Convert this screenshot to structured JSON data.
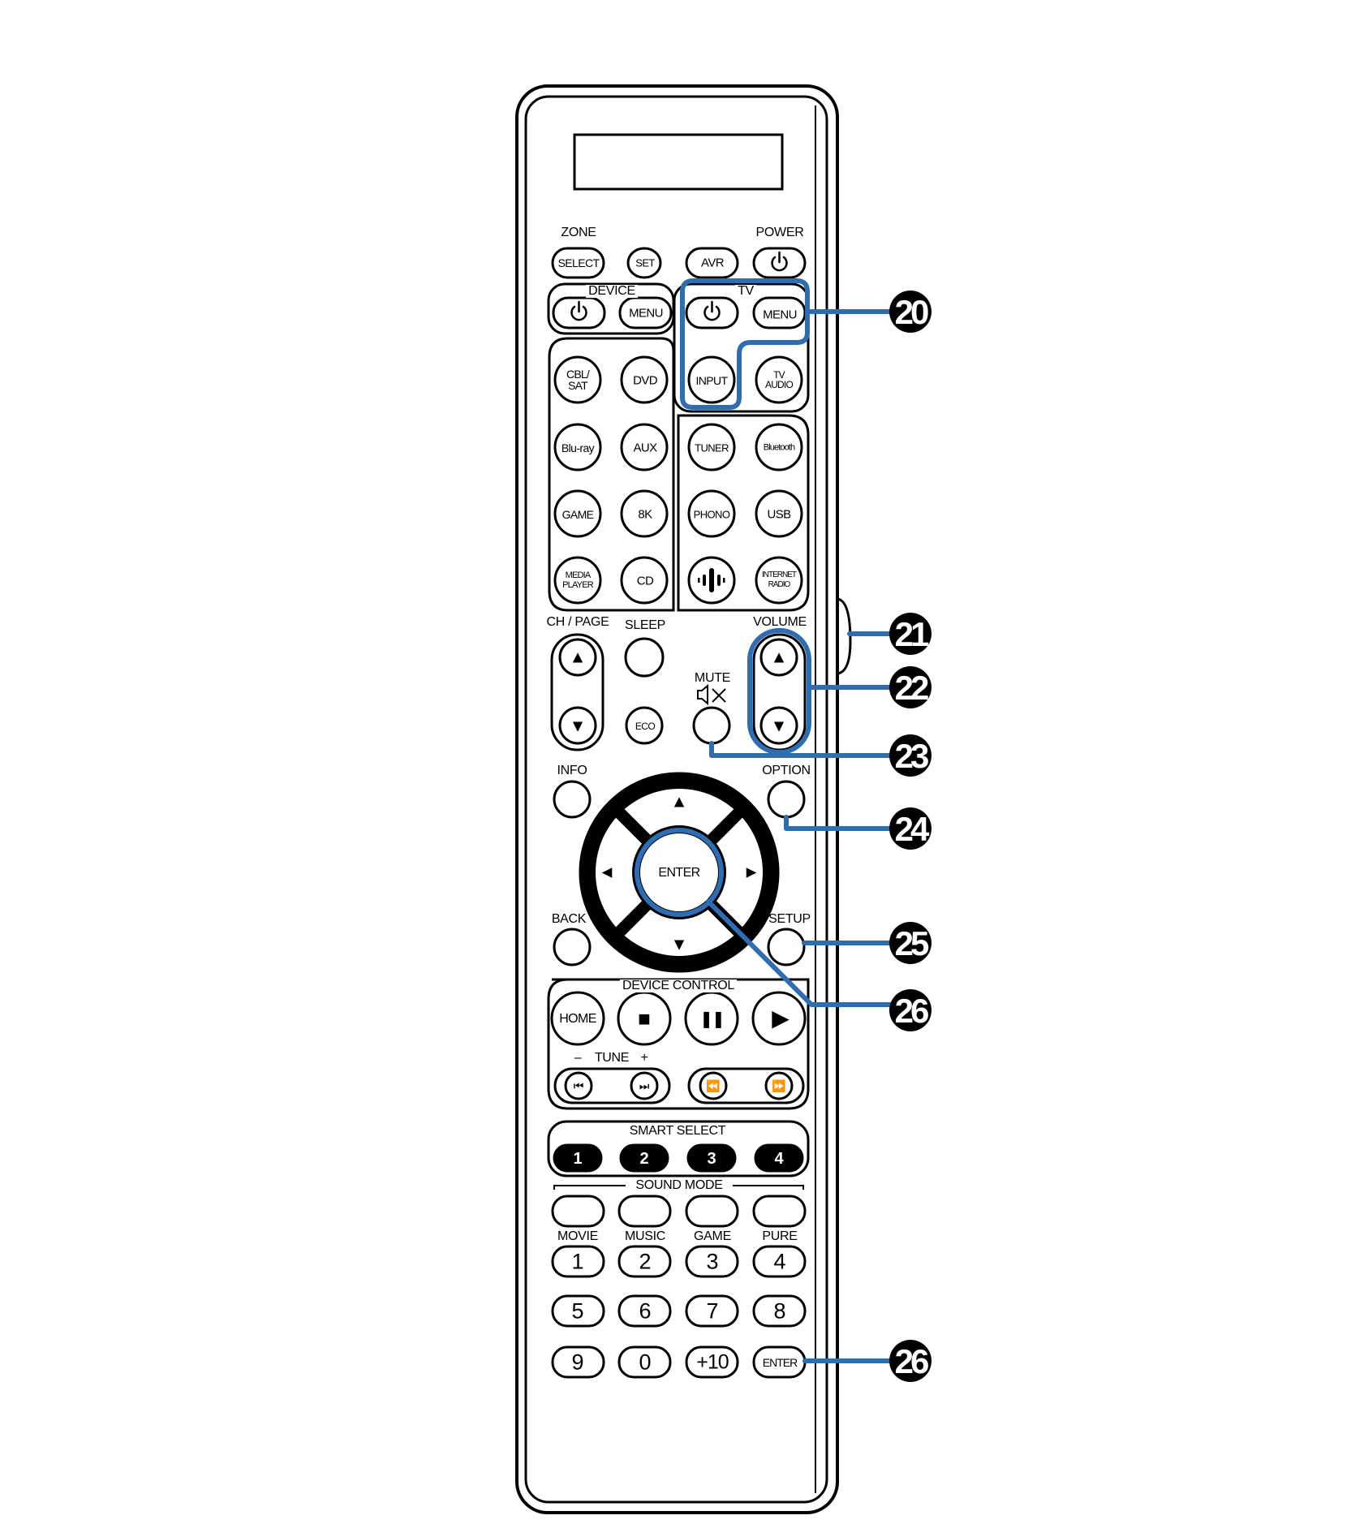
{
  "colors": {
    "outline": "#000000",
    "highlight": "#2f6db3",
    "callout_bg": "#000000",
    "callout_text": "#ffffff"
  },
  "labels": {
    "zone": "ZONE",
    "power": "POWER",
    "device": "DEVICE",
    "tv": "TV",
    "ch_page": "CH / PAGE",
    "sleep": "SLEEP",
    "volume": "VOLUME",
    "mute": "MUTE",
    "info": "INFO",
    "option": "OPTION",
    "back": "BACK",
    "setup": "SETUP",
    "device_control": "DEVICE CONTROL",
    "tune": "TUNE",
    "tune_minus": "–",
    "tune_plus": "+",
    "smart_select": "SMART SELECT",
    "sound_mode": "SOUND MODE"
  },
  "buttons": {
    "select": "SELECT",
    "set": "SET",
    "avr": "AVR",
    "device_menu": "MENU",
    "tv_menu": "MENU",
    "input": "INPUT",
    "tv_audio_1": "TV",
    "tv_audio_2": "AUDIO",
    "cbl_sat_1": "CBL/",
    "cbl_sat_2": "SAT",
    "dvd": "DVD",
    "bluray": "Blu-ray",
    "aux": "AUX",
    "tuner": "TUNER",
    "bluetooth": "Bluetooth",
    "game": "GAME",
    "eightk": "8K",
    "phono": "PHONO",
    "usb": "USB",
    "media_player_1": "MEDIA",
    "media_player_2": "PLAYER",
    "cd": "CD",
    "internet_radio_1": "INTERNET",
    "internet_radio_2": "RADIO",
    "eco": "ECO",
    "enter": "ENTER",
    "home": "HOME",
    "enter_small": "ENTER"
  },
  "smart_select": [
    "1",
    "2",
    "3",
    "4"
  ],
  "sound_modes": [
    "MOVIE",
    "MUSIC",
    "GAME",
    "PURE"
  ],
  "numpad": {
    "row1": [
      "1",
      "2",
      "3",
      "4"
    ],
    "row2": [
      "5",
      "6",
      "7",
      "8"
    ],
    "row3": [
      "9",
      "0",
      "+10"
    ]
  },
  "icons": {
    "power": "power-icon",
    "up": "▲",
    "down": "▼",
    "left": "◄",
    "right": "►",
    "stop": "■",
    "pause": "❚❚",
    "play": "▶",
    "prev": "⏮",
    "next": "⏭",
    "rewind": "⏪",
    "fast_forward": "⏩",
    "mute": "speaker-mute-icon",
    "heos": "heos-music-icon"
  },
  "callouts": {
    "c20": "20",
    "c21": "21",
    "c22": "22",
    "c23": "23",
    "c24": "24",
    "c25": "25",
    "c26a": "26",
    "c26b": "26"
  }
}
